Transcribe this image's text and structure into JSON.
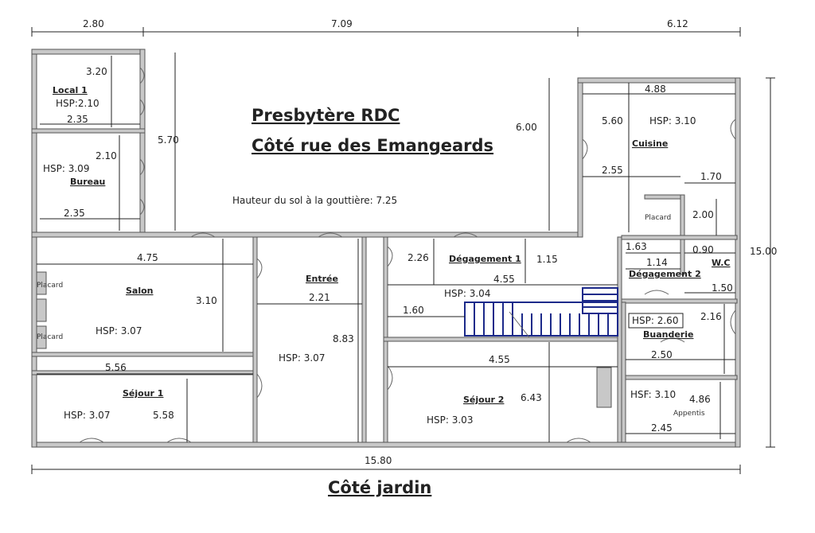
{
  "title": {
    "line1": "Presbytère RDC",
    "line2": "Côté rue des Emangeards",
    "bottom": "Côté jardin"
  },
  "note": "Hauteur du sol à la gouttière: 7.25",
  "top_dims": {
    "left": "2.80",
    "mid": "7.09",
    "right": "6.12"
  },
  "overall": {
    "width": "15.80",
    "height": "15.00"
  },
  "rooms": {
    "local1": {
      "name": "Local 1",
      "hsp": "HSP:2.10",
      "d1": "3.20",
      "d2": "2.35"
    },
    "bureau": {
      "name": "Bureau",
      "hsp": "HSP: 3.09",
      "d1": "2.10",
      "d2": "2.35"
    },
    "court": {
      "d1": "5.70"
    },
    "salon": {
      "name": "Salon",
      "hsp": "HSP: 3.07",
      "d1": "4.75",
      "d2": "3.10",
      "placard1": "Placard",
      "placard2": "Placard"
    },
    "sejour1": {
      "name": "Séjour 1",
      "hsp": "HSP: 3.07",
      "d1": "5.56",
      "d2": "5.58"
    },
    "entree": {
      "name": "Entrée",
      "hsp": "HSP: 3.07",
      "d1": "2.21",
      "d2": "8.83"
    },
    "degagement1": {
      "name": "Dégagement 1",
      "d1": "2.26",
      "d2": "1.15",
      "d3": "4.55",
      "hsp": "HSP: 3.04",
      "d4": "1.60"
    },
    "sejour2": {
      "name": "Séjour 2",
      "hsp": "HSP: 3.03",
      "d1": "4.55",
      "d2": "6.43"
    },
    "cuisine": {
      "name": "Cuisine",
      "hsp": "HSP: 3.10",
      "d1": "4.88",
      "d2": "5.60",
      "d3": "2.55",
      "d4": "1.70",
      "d5": "2.00",
      "placard": "Placard",
      "d6": "6.00"
    },
    "wc": {
      "name": "W.C",
      "d1": "0.90",
      "d2": "1.63"
    },
    "degagement2": {
      "name": "Dégagement 2",
      "d1": "1.14",
      "d2": "1.50"
    },
    "buanderie": {
      "name": "Buanderie",
      "hsp": "HSP: 2.60",
      "d1": "2.16",
      "d2": "2.50"
    },
    "appentis": {
      "name": "Appentis",
      "hsp": "HSF: 3.10",
      "d1": "4.86",
      "d2": "2.45"
    }
  },
  "colors": {
    "wall": "#c8c8c8",
    "stairs": "#1c2a8a"
  }
}
